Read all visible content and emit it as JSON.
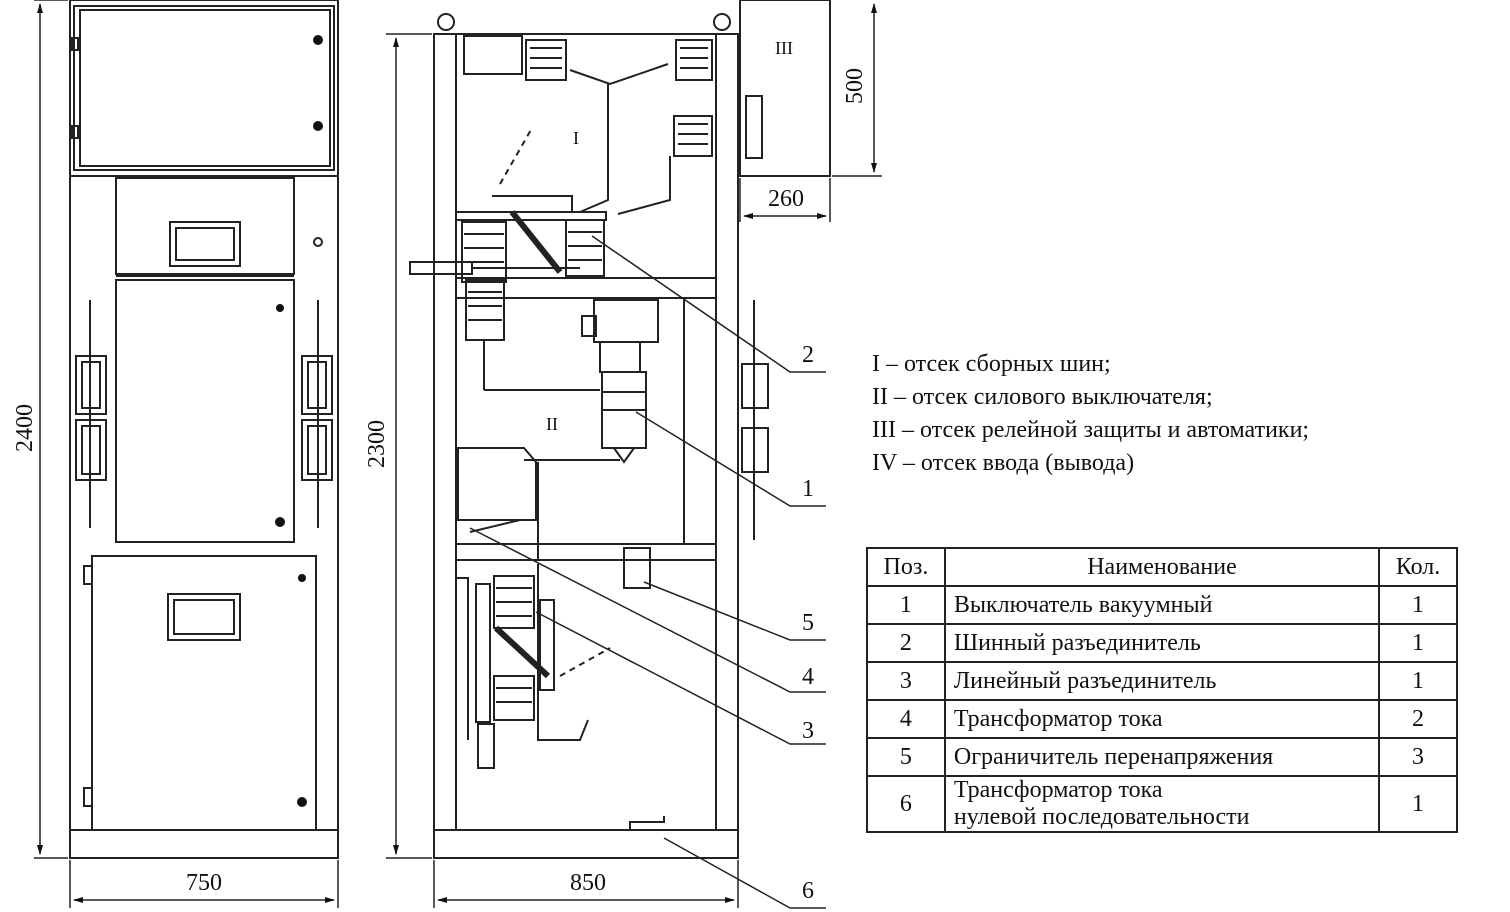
{
  "dimensions": {
    "front_height": "2400",
    "front_width": "750",
    "side_height": "2300",
    "side_width": "850",
    "relay_height": "500",
    "relay_width": "260"
  },
  "compartments": {
    "c1": "I",
    "c2": "II",
    "c3": "III"
  },
  "callouts": [
    "1",
    "2",
    "3",
    "4",
    "5",
    "6"
  ],
  "legend": [
    "I – отсек сборных шин;",
    "II – отсек силового выключателя;",
    "III – отсек релейной защиты и автоматики;",
    "IV – отсек ввода (вывода)"
  ],
  "table": {
    "headers": [
      "Поз.",
      "Наименование",
      "Кол."
    ],
    "rows": [
      {
        "pos": "1",
        "name": "Выключатель вакуумный",
        "qty": "1"
      },
      {
        "pos": "2",
        "name": "Шинный разъединитель",
        "qty": "1"
      },
      {
        "pos": "3",
        "name": "Линейный  разъединитель",
        "qty": "1"
      },
      {
        "pos": "4",
        "name": "Трансформатор тока",
        "qty": "2"
      },
      {
        "pos": "5",
        "name": "Ограничитель перенапряжения",
        "qty": "3"
      },
      {
        "pos": "6",
        "name_line1": "Трансформатор тока",
        "name_line2": "нулевой последовательности",
        "qty": "1"
      }
    ]
  }
}
